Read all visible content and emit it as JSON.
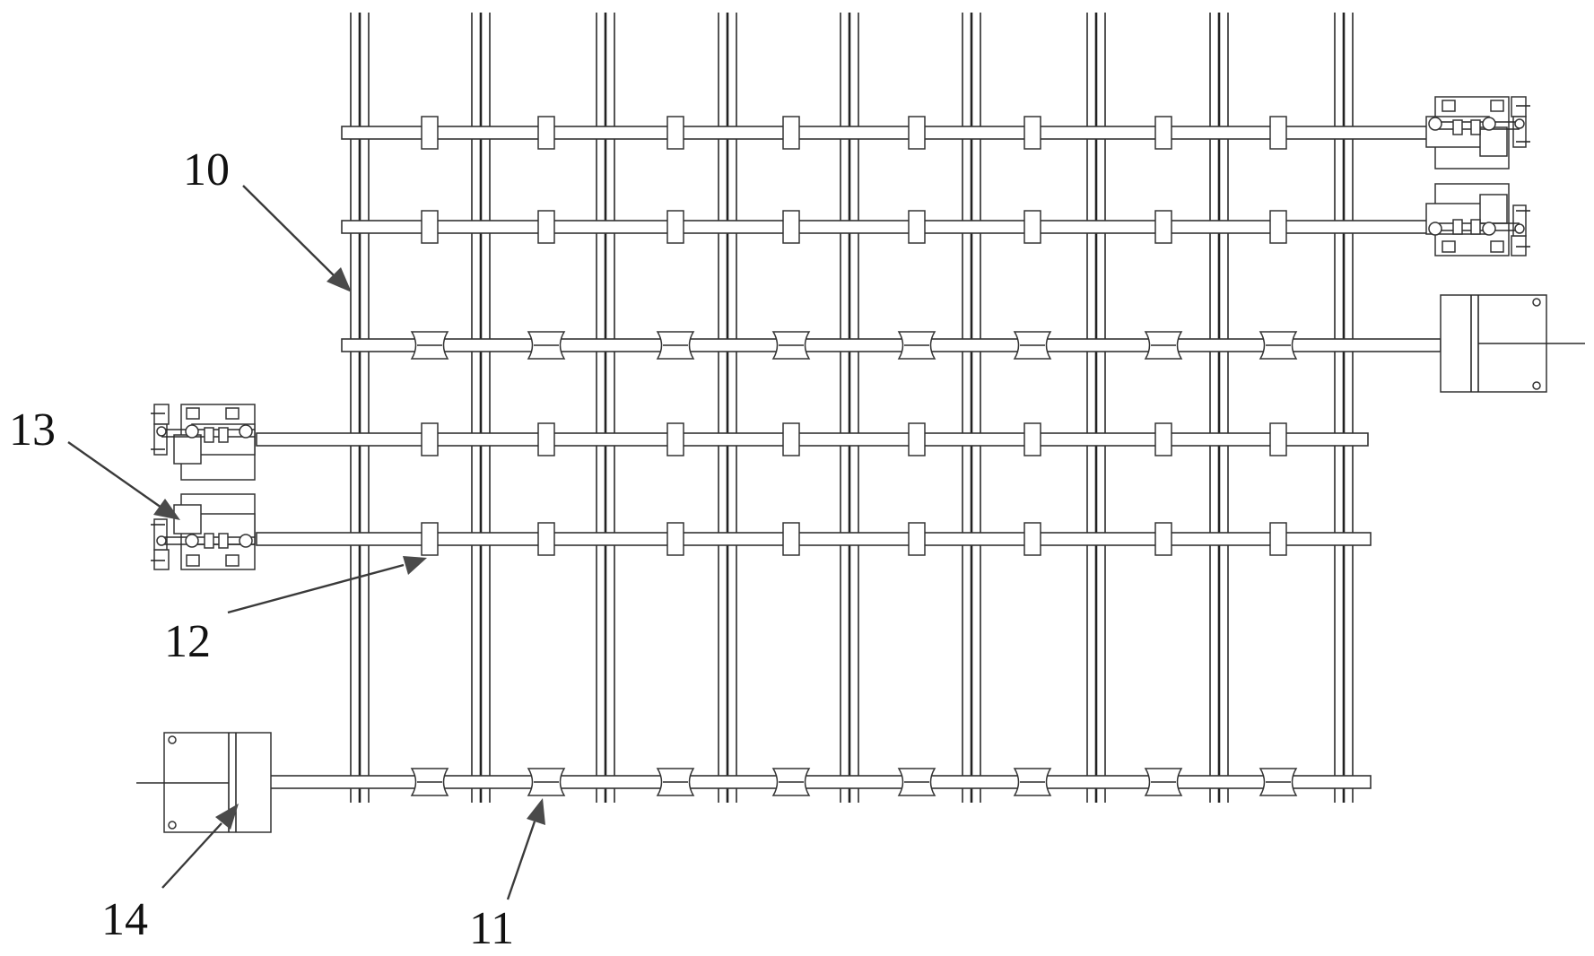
{
  "figure": {
    "colors": {
      "line": "#2a2a2a",
      "background": "#ffffff",
      "arrow": "#4a4a4a"
    },
    "labels": [
      {
        "id": "10",
        "text": "10"
      },
      {
        "id": "11",
        "text": "11"
      },
      {
        "id": "12",
        "text": "12"
      },
      {
        "id": "13",
        "text": "13"
      },
      {
        "id": "14",
        "text": "14"
      }
    ]
  }
}
